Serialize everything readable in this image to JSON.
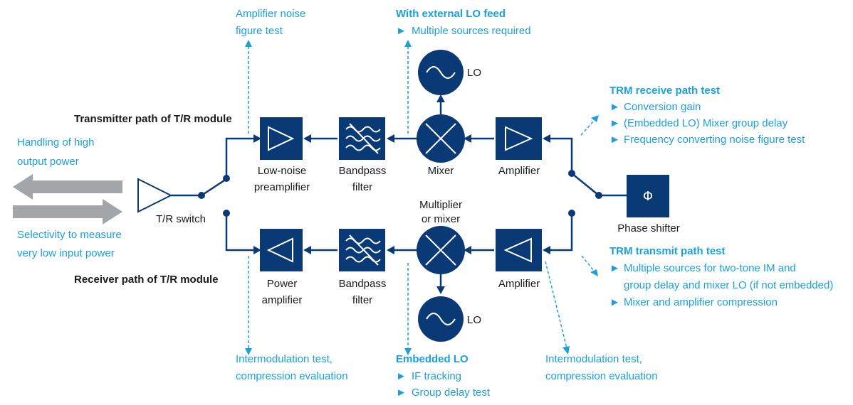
{
  "colors": {
    "block": "#0a3a75",
    "accent": "#1aa0dc",
    "arrow": "#a3a6a8"
  },
  "paths": {
    "transmitter": "Transmitter path of T/R module",
    "receiver": "Receiver path of T/R module"
  },
  "power": {
    "high_1": "Handling of high",
    "high_2": "output power",
    "low_1": "Selectivity to measure",
    "low_2": "very low input power"
  },
  "components": {
    "tr_switch": "T/R switch",
    "lna_1": "Low-noise",
    "lna_2": "preamplifier",
    "bpf_top_1": "Bandpass",
    "bpf_top_2": "filter",
    "mixer": "Mixer",
    "amp_top": "Amplifier",
    "lo_top": "LO",
    "phase_shifter": "Phase shifter",
    "phase_symbol": "Φ",
    "pa_1": "Power",
    "pa_2": "amplifier",
    "bpf_bot_1": "Bandpass",
    "bpf_bot_2": "filter",
    "mult_1": "Multiplier",
    "mult_2": "or mixer",
    "amp_bot": "Amplifier",
    "lo_bot": "LO"
  },
  "tests": {
    "amp_noise_1": "Amplifier noise",
    "amp_noise_2": "figure test",
    "ext_lo_title": "With external LO feed",
    "ext_lo_item": "Multiple sources required",
    "trm_rx_title": "TRM receive path test",
    "trm_rx_items": [
      "Conversion gain",
      "(Embedded LO) Mixer group delay",
      "Frequency converting noise figure test"
    ],
    "trm_tx_title": "TRM transmit path test",
    "trm_tx_items": [
      "Multiple sources for two-tone IM and",
      "group delay and mixer LO (if not embedded)",
      "Mixer and amplifier compression"
    ],
    "im_left_1": "Intermodulation test,",
    "im_left_2": "compression evaluation",
    "emb_lo_title": "Embedded LO",
    "emb_lo_items": [
      "IF tracking",
      "Group delay test"
    ],
    "im_right_1": "Intermodulation test,",
    "im_right_2": "compression evaluation"
  },
  "bullet": "►"
}
